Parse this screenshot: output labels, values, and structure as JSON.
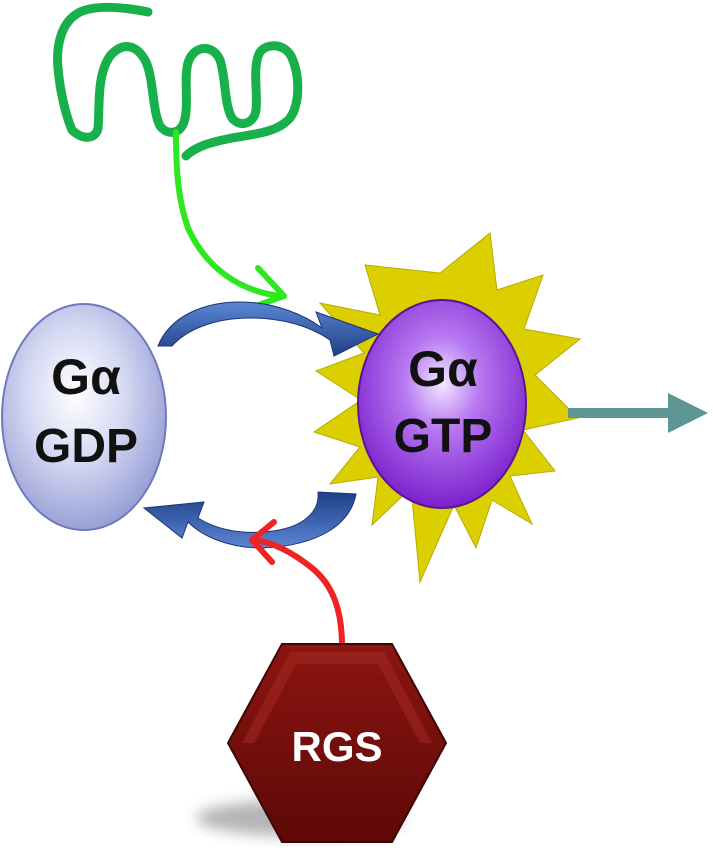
{
  "nodes": {
    "gdp": {
      "line1": "Gα",
      "line2": "GDP"
    },
    "gtp": {
      "line1": "Gα",
      "line2": "GTP"
    },
    "rgs": {
      "label": "RGS"
    }
  },
  "colors": {
    "receptor": "#17b04a",
    "activation_arrow": "#2ee81f",
    "gap_arrow": "#ef2323",
    "cycle_arrow": "#2f5eb0",
    "gdp_fill": "#aab1e2",
    "gtp_fill": "#8a2fd6",
    "starburst": "#dccf00",
    "output_arrow": "#5e9595",
    "rgs_fill": "#7a0f0c"
  }
}
